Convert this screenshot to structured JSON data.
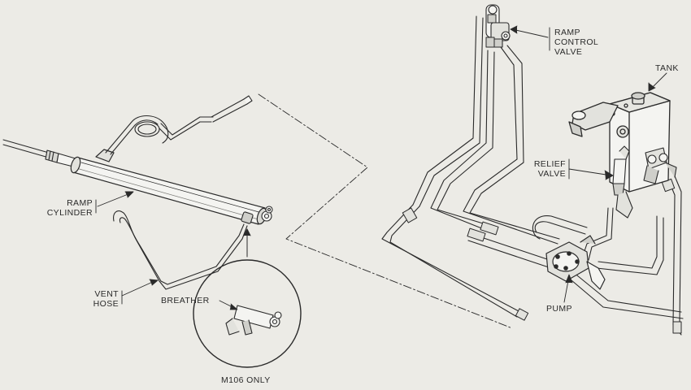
{
  "labels": {
    "ramp_control_valve": [
      "RAMP",
      "CONTROL",
      "VALVE"
    ],
    "tank": "TANK",
    "relief_valve": [
      "RELIEF",
      "VALVE"
    ],
    "ramp_cylinder": [
      "RAMP",
      "CYLINDER"
    ],
    "vent_hose": [
      "VENT",
      "HOSE"
    ],
    "breather": "BREATHER",
    "pump": "PUMP",
    "m106_only": "M106 ONLY"
  },
  "colors": {
    "background": "#ecebe6",
    "ink": "#2a2a2a",
    "metal_light": "#f4f4f1",
    "metal_shade": "#b9b9b4"
  }
}
